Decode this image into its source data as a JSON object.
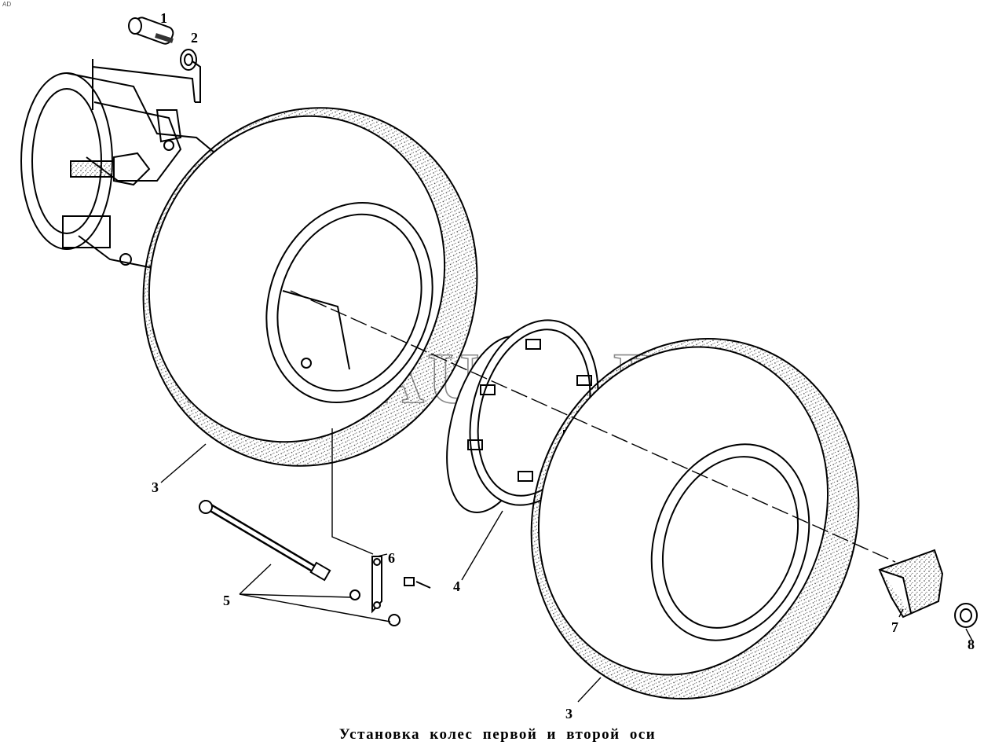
{
  "corner_mark": "AD",
  "watermark": "DIM-AUTO.RU",
  "caption": "Установка колес первой и второй оси",
  "callouts": {
    "c1": "1",
    "c2": "2",
    "c3a": "3",
    "c3b": "3",
    "c4": "4",
    "c5": "5",
    "c6": "6",
    "c7": "7",
    "c8": "8"
  }
}
